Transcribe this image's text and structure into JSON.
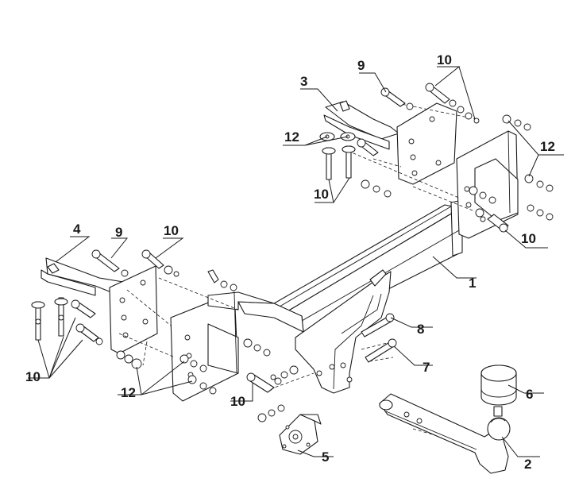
{
  "callouts": {
    "c1": "1",
    "c2": "2",
    "c3": "3",
    "c4": "4",
    "c5": "5",
    "c6": "6",
    "c7": "7",
    "c8": "8",
    "c9_left": "9",
    "c9_right": "9",
    "c10_left_top": "10",
    "c10_left_bottom": "10",
    "c10_center_bottom": "10",
    "c10_right_top": "10",
    "c10_right_bracket": "10",
    "c10_right_bottom": "10",
    "c12_left": "12",
    "c12_right_top": "12",
    "c12_right_side": "12"
  },
  "parts": {
    "crossbar": "main-crossbar",
    "ball": "tow-ball",
    "bracket_right": "right-bracket",
    "bracket_left": "left-bracket",
    "socket_plate": "socket-plate",
    "cap": "ball-cap",
    "bolt_long": "long-bolt",
    "bolt_medium": "medium-bolt"
  },
  "colors": {
    "ink": "#1a1a1a",
    "paper": "#ffffff",
    "shade": "#dedede"
  }
}
